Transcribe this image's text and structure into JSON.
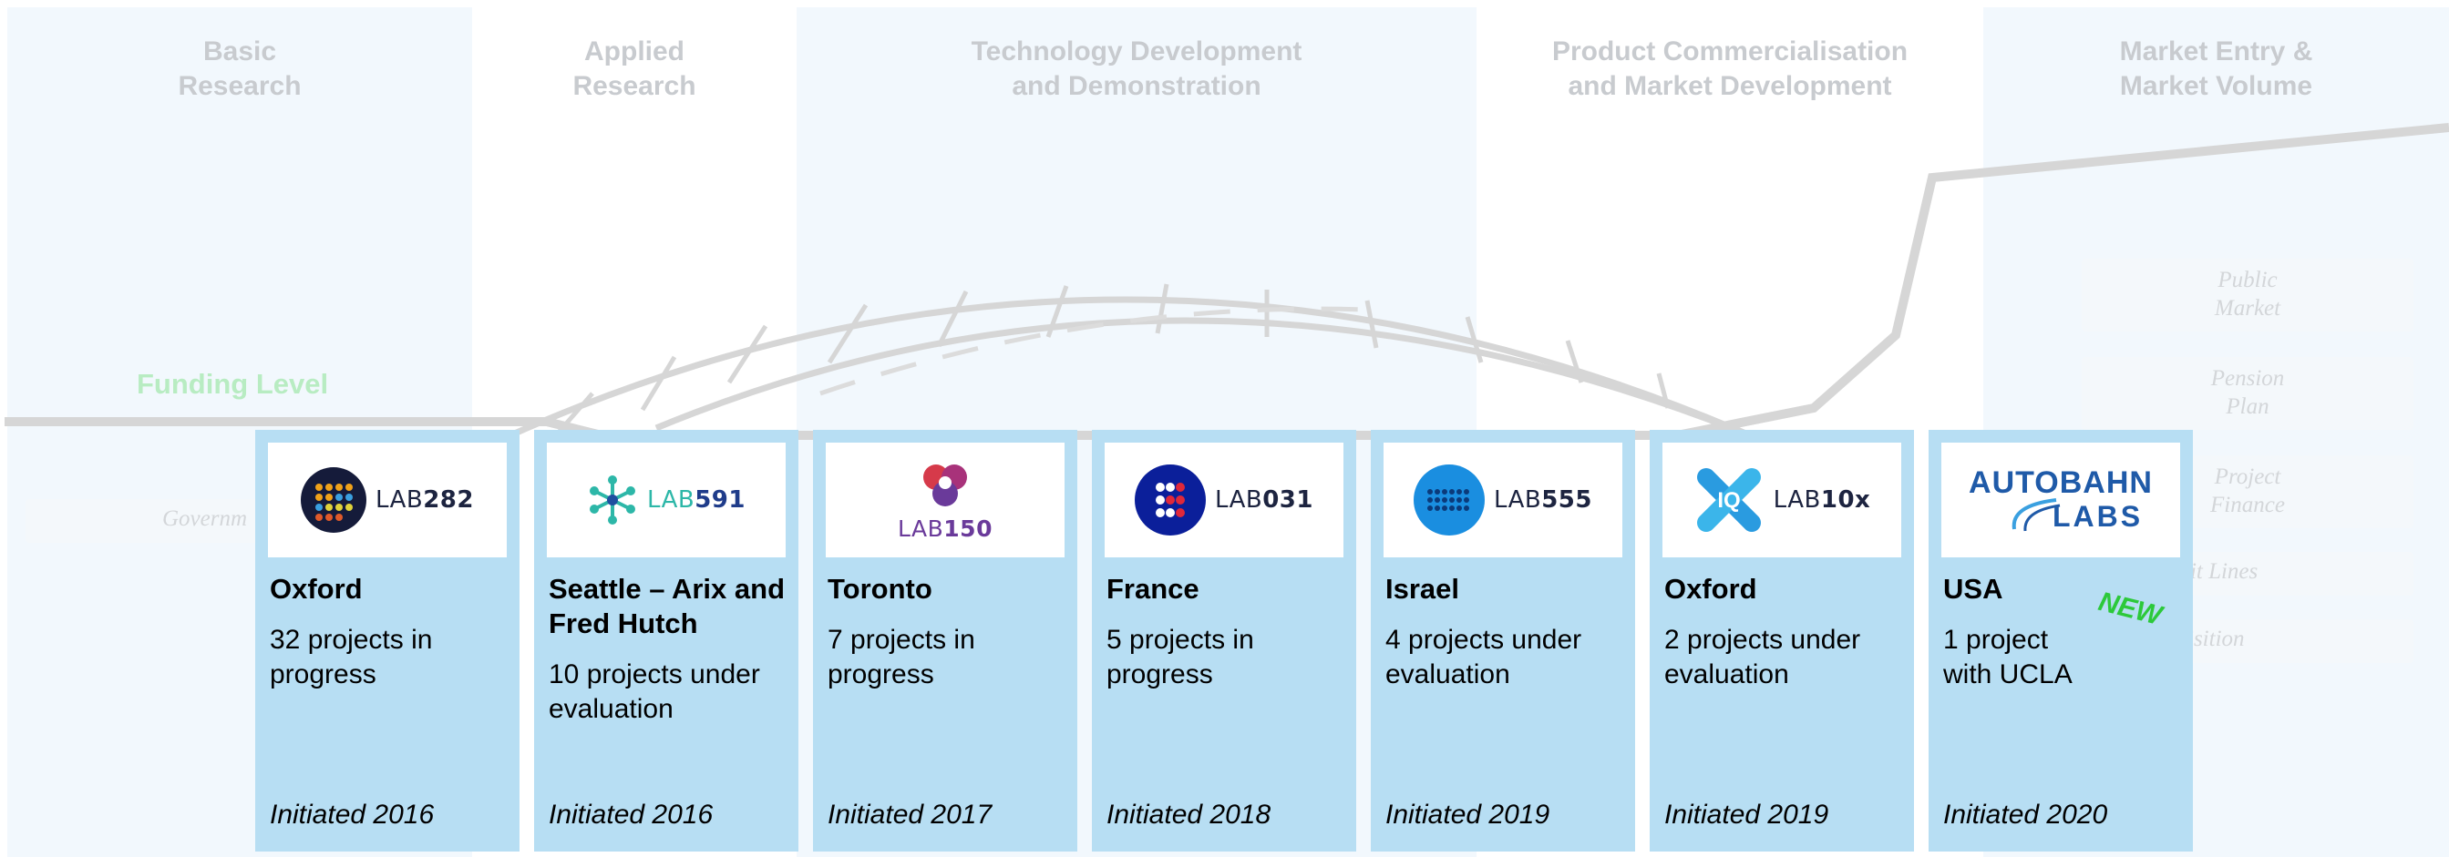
{
  "stages": [
    {
      "label": "Basic\nResearch"
    },
    {
      "label": "Applied\nResearch"
    },
    {
      "label": "Technology Development\nand Demonstration"
    },
    {
      "label": "Product Commercialisation\nand Market Development"
    },
    {
      "label": "Market Entry &\nMarket Volume"
    }
  ],
  "funding_level_label": "Funding Level",
  "faded_text": {
    "government": "Governm",
    "public_market": "Public\nMarket",
    "pension_plan": "Pension\nPlan",
    "project_finance": "Project\nFinance",
    "credit_lines": "lit Lines",
    "acquisition": "isition"
  },
  "labs": [
    {
      "logo": "LAB282",
      "logo_prefix": "LAB",
      "logo_number": "282",
      "location": "Oxford",
      "status": "32 projects in progress",
      "initiated": "Initiated 2016"
    },
    {
      "logo": "LAB591",
      "logo_prefix": "LAB",
      "logo_number": "591",
      "location": "Seattle – Arix and Fred Hutch",
      "status": "10 projects under evaluation",
      "initiated": "Initiated 2016"
    },
    {
      "logo": "LAB150",
      "logo_prefix": "LAB",
      "logo_number": "150",
      "location": "Toronto",
      "status": "7 projects in progress",
      "initiated": "Initiated 2017"
    },
    {
      "logo": "LAB031",
      "logo_prefix": "LAB",
      "logo_number": "031",
      "location": "France",
      "status": "5 projects in progress",
      "initiated": "Initiated 2018"
    },
    {
      "logo": "LAB555",
      "logo_prefix": "LAB",
      "logo_number": "555",
      "location": "Israel",
      "status": "4 projects under evaluation",
      "initiated": "Initiated 2019"
    },
    {
      "logo": "LAB10x",
      "logo_prefix": "LAB",
      "logo_number": "10x",
      "logo_badge": "IQ",
      "location": "Oxford",
      "status": "2 projects under evaluation",
      "initiated": "Initiated 2019"
    },
    {
      "logo": "AUTOBAHN LABS",
      "logo_line1": "AUTOBAHN",
      "logo_line2": "LABS",
      "location": "USA",
      "status": "1 project with UCLA",
      "initiated": "Initiated 2020",
      "badge": "NEW"
    }
  ],
  "colors": {
    "card_background": "#b7def3",
    "band_blue": "#f2f8fd",
    "stage_label": "#c8cbcf",
    "new_badge": "#2cc93a",
    "funding_level": "#b8ecc2"
  }
}
